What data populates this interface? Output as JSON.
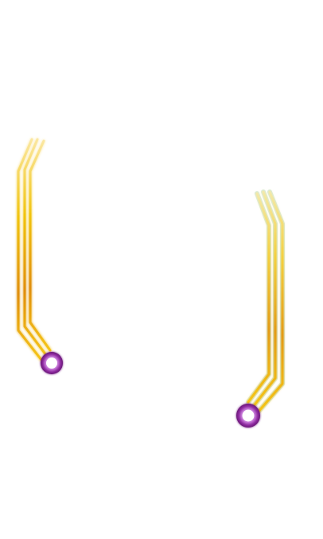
{
  "colors": {
    "background": "#ffffff",
    "trace_light": "#f7dc6f",
    "trace_mid": "#f1c40f",
    "trace_dark": "#e08e0b",
    "trace_glow_right": "#a9d6b5",
    "ring_outer": "#7d1f8c",
    "ring_inner": "#b05cc4"
  },
  "icons": {
    "left_trace": "circuit-trace-left",
    "right_trace": "circuit-trace-right",
    "left_ring": "ring-pad",
    "right_ring": "ring-pad"
  }
}
